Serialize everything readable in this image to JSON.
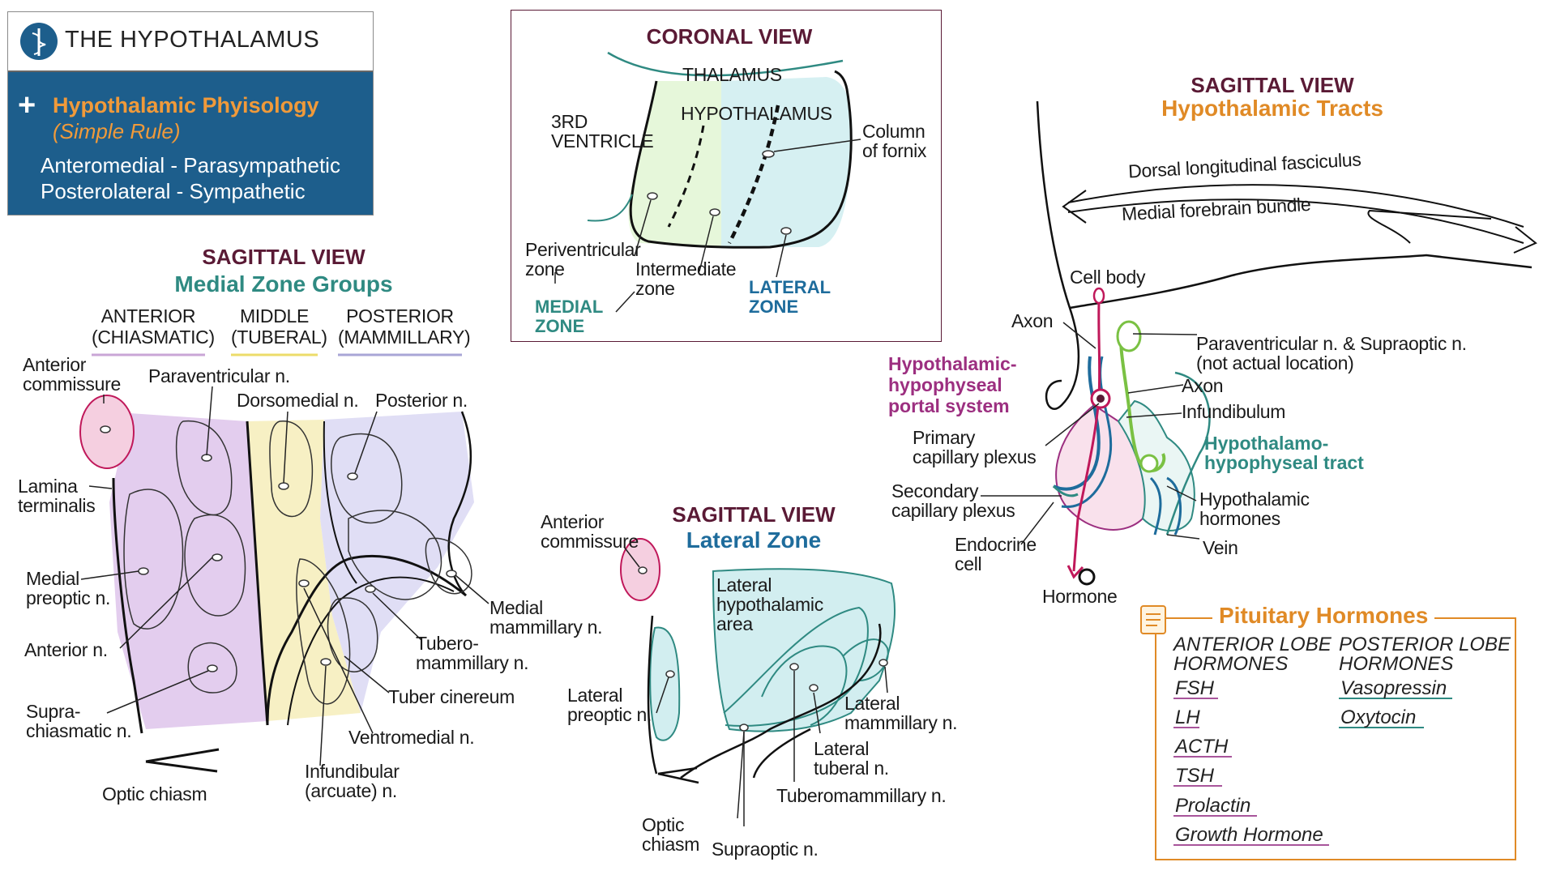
{
  "title_card": {
    "title": "THE HYPOTHALAMUS",
    "section": "Hypothalamic Phyisology",
    "subtitle": "(Simple Rule)",
    "rule_1": "Anteromedial - Parasympathetic",
    "rule_2": "Posterolateral - Sympathetic"
  },
  "coronal": {
    "heading": "CORONAL VIEW",
    "thalamus": "THALAMUS",
    "hypothalamus": "HYPOTHALAMUS",
    "ventricle_1": "3RD",
    "ventricle_2": "VENTRICLE",
    "fornix_1": "Column",
    "fornix_2": "of fornix",
    "periventricular_1": "Periventricular",
    "periventricular_2": "zone",
    "intermediate_1": "Intermediate",
    "intermediate_2": "zone",
    "medial_zone_1": "MEDIAL",
    "medial_zone_2": "ZONE",
    "lateral_zone_1": "LATERAL",
    "lateral_zone_2": "ZONE"
  },
  "medial_view": {
    "heading": "SAGITTAL VIEW",
    "subheading": "Medial Zone Groups",
    "groups": [
      {
        "line1": "ANTERIOR",
        "line2": "(CHIASMATIC)",
        "color": "#c9a6d6"
      },
      {
        "line1": "MIDDLE",
        "line2": "(TUBERAL)",
        "color": "#ecdc6a"
      },
      {
        "line1": "POSTERIOR",
        "line2": "(MAMMILLARY)",
        "color": "#a9a6d6"
      }
    ],
    "labels": {
      "anterior_commissure_1": "Anterior",
      "anterior_commissure_2": "commissure",
      "paraventricular": "Paraventricular n.",
      "dorsomedial": "Dorsomedial n.",
      "posterior": "Posterior n.",
      "lamina_1": "Lamina",
      "lamina_2": "terminalis",
      "medial_preoptic_1": "Medial",
      "medial_preoptic_2": "preoptic n.",
      "anterior_n": "Anterior n.",
      "suprachiasmatic_1": "Supra-",
      "suprachiasmatic_2": "chiasmatic n.",
      "optic_chiasm": "Optic chiasm",
      "infundibular_1": "Infundibular",
      "infundibular_2": "(arcuate) n.",
      "ventromedial": "Ventromedial n.",
      "tuber_cinereum": "Tuber cinereum",
      "tuberomammillary_1": "Tubero-",
      "tuberomammillary_2": "mammillary n.",
      "medial_mammillary_1": "Medial",
      "medial_mammillary_2": "mammillary n."
    },
    "colors": {
      "anterior": "#e3cdee",
      "middle": "#f7f0c4",
      "posterior": "#e0def5",
      "commissure": "#f5cfe0"
    }
  },
  "lateral_view": {
    "heading": "SAGITTAL VIEW",
    "subheading": "Lateral Zone",
    "labels": {
      "anterior_commissure_1": "Anterior",
      "anterior_commissure_2": "commissure",
      "lha_1": "Lateral",
      "lha_2": "hypothalamic",
      "lha_3": "area",
      "lateral_preoptic_1": "Lateral",
      "lateral_preoptic_2": "preoptic n.",
      "lateral_mammillary_1": "Lateral",
      "lateral_mammillary_2": "mammillary n.",
      "lateral_tuberal_1": "Lateral",
      "lateral_tuberal_2": "tuberal n.",
      "tuberomammillary": "Tuberomammillary n.",
      "optic_chiasm_1": "Optic",
      "optic_chiasm_2": "chiasm",
      "supraoptic": "Supraoptic n."
    },
    "colors": {
      "lateral": "#d2eef0"
    }
  },
  "tracts_view": {
    "heading": "SAGITTAL VIEW",
    "subheading": "Hypothalamic Tracts",
    "dorsal_fasciculus": "Dorsal longitudinal fasciculus",
    "medial_forebrain": "Medial forebrain bundle",
    "cell_body": "Cell body",
    "axon_left": "Axon",
    "portal_1": "Hypothalamic-",
    "portal_2": "hypophyseal",
    "portal_3": "portal system",
    "primary_1": "Primary",
    "primary_2": "capillary plexus",
    "secondary_1": "Secondary",
    "secondary_2": "capillary plexus",
    "endocrine_1": "Endocrine",
    "endocrine_2": "cell",
    "hormone": "Hormone",
    "pvn_1": "Paraventricular n. & Supraoptic n.",
    "pvn_2": "(not actual location)",
    "axon_right": "Axon",
    "infundibulum": "Infundibulum",
    "tract_1": "Hypothalamo-",
    "tract_2": "hypophyseal tract",
    "hyp_hormones_1": "Hypothalamic",
    "hyp_hormones_2": "hormones",
    "vein": "Vein"
  },
  "pituitary": {
    "title": "Pituitary Hormones",
    "anterior_header_1": "ANTERIOR LOBE",
    "anterior_header_2": "HORMONES",
    "posterior_header_1": "POSTERIOR LOBE",
    "posterior_header_2": "HORMONES",
    "anterior": [
      "FSH",
      "LH",
      "ACTH",
      "TSH",
      "Prolactin",
      "Growth Hormone"
    ],
    "posterior": [
      "Vasopressin",
      "Oxytocin"
    ]
  },
  "palette": {
    "maroon": "#5a1a35",
    "teal": "#2f8a82",
    "orange": "#e08a26",
    "blue": "#1e6c9c",
    "purple": "#9c2f80",
    "pink": "#c0185a",
    "green": "#7ac143"
  }
}
